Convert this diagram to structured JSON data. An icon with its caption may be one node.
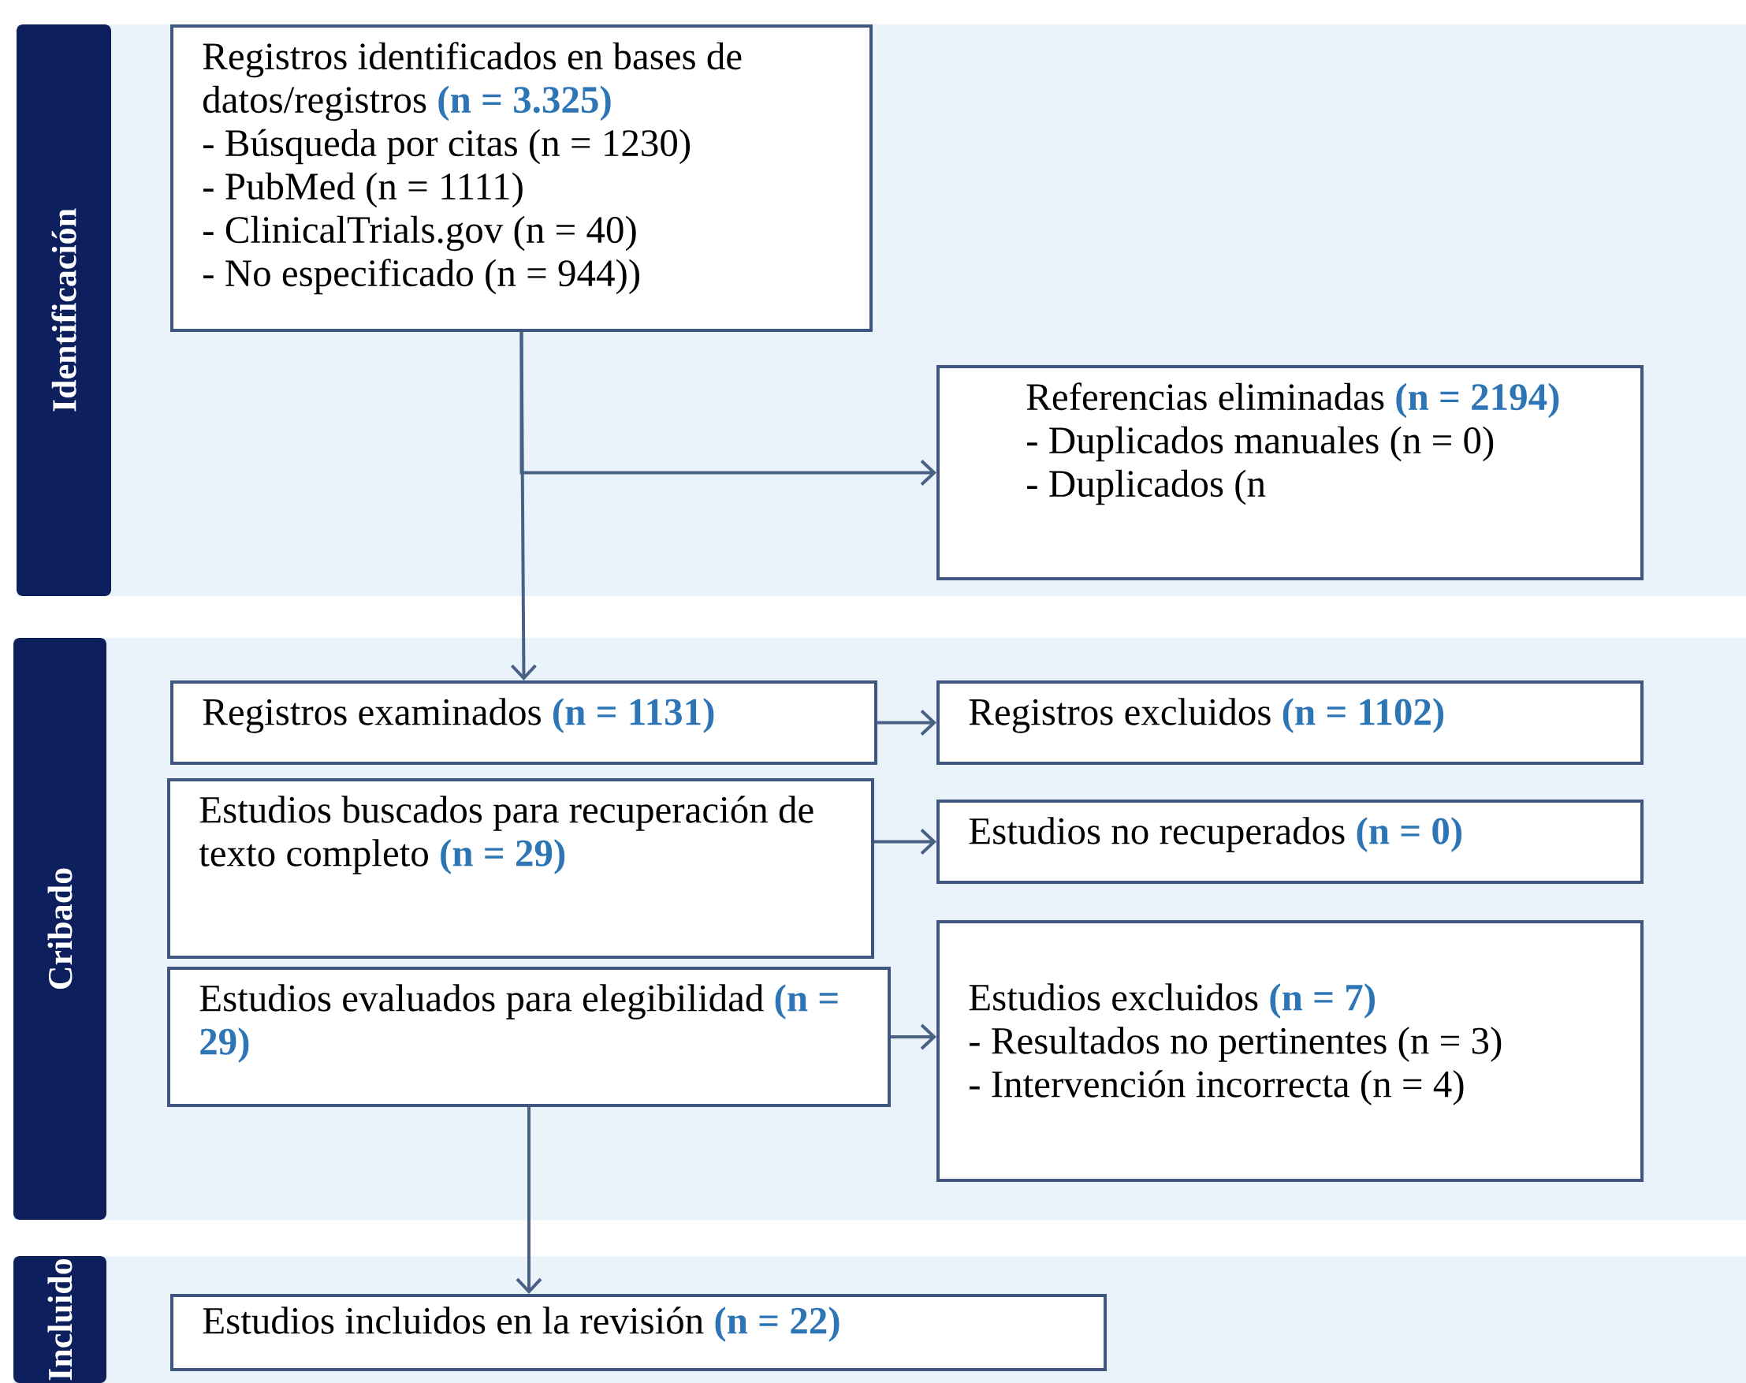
{
  "diagram": {
    "nodes": [
      {
        "text": [
          "Identificación"
        ]
      },
      {
        "text": [
          "Registros identificados en bases de datos/registros **(n = 3.325)**",
          "- Búsqueda por citas (n = 1230)",
          "- PubMed (n = 1111)",
          "- ClinicalTrials.gov (n = 40)",
          "- No especificado (n = 944))"
        ],
        "in": 0
      },
      {
        "text": [
          "Referencias eliminadas **(n = 2194)**",
          "- Duplicados manuales (n = 0)",
          "- Duplicados (n"
        ],
        "in": 0
      },
      {
        "text": [
          "Cribado"
        ]
      },
      {
        "text": [
          "Registros examinados **(n = 1131)**"
        ],
        "in": 3
      },
      {
        "text": [
          "Registros excluidos **(n = 1102)**"
        ],
        "in": 3
      },
      {
        "text": [
          "Estudios buscados para recuperación de texto completo **(n = 29)**"
        ],
        "in": 3
      },
      {
        "text": [
          "Estudios no recuperados **(n = 0)**"
        ],
        "in": 3
      },
      {
        "text": [
          "Estudios evaluados para elegibilidad **(n = 29)**"
        ],
        "in": 3
      },
      {
        "text": [
          "Estudios excluidos **(n = 7)**",
          "- Resultados no pertinentes (n = 3)",
          "- Intervención incorrecta (n = 4)"
        ],
        "in": 3
      },
      {
        "text": [
          "Incluido"
        ]
      },
      {
        "text": [
          "Estudios incluidos en la revisión **(n = 22)**"
        ],
        "in": 10
      }
    ],
    "edges": [
      {
        "from": 1,
        "to": 4,
        "arrow": "to"
      },
      {
        "from": 1,
        "to": 2,
        "arrow": "to"
      },
      {
        "from": 4,
        "to": 5,
        "arrow": "to"
      },
      {
        "from": 6,
        "to": 7,
        "arrow": "to"
      },
      {
        "from": 8,
        "to": 9,
        "arrow": "to"
      },
      {
        "from": 8,
        "to": 11,
        "arrow": "to"
      }
    ]
  }
}
